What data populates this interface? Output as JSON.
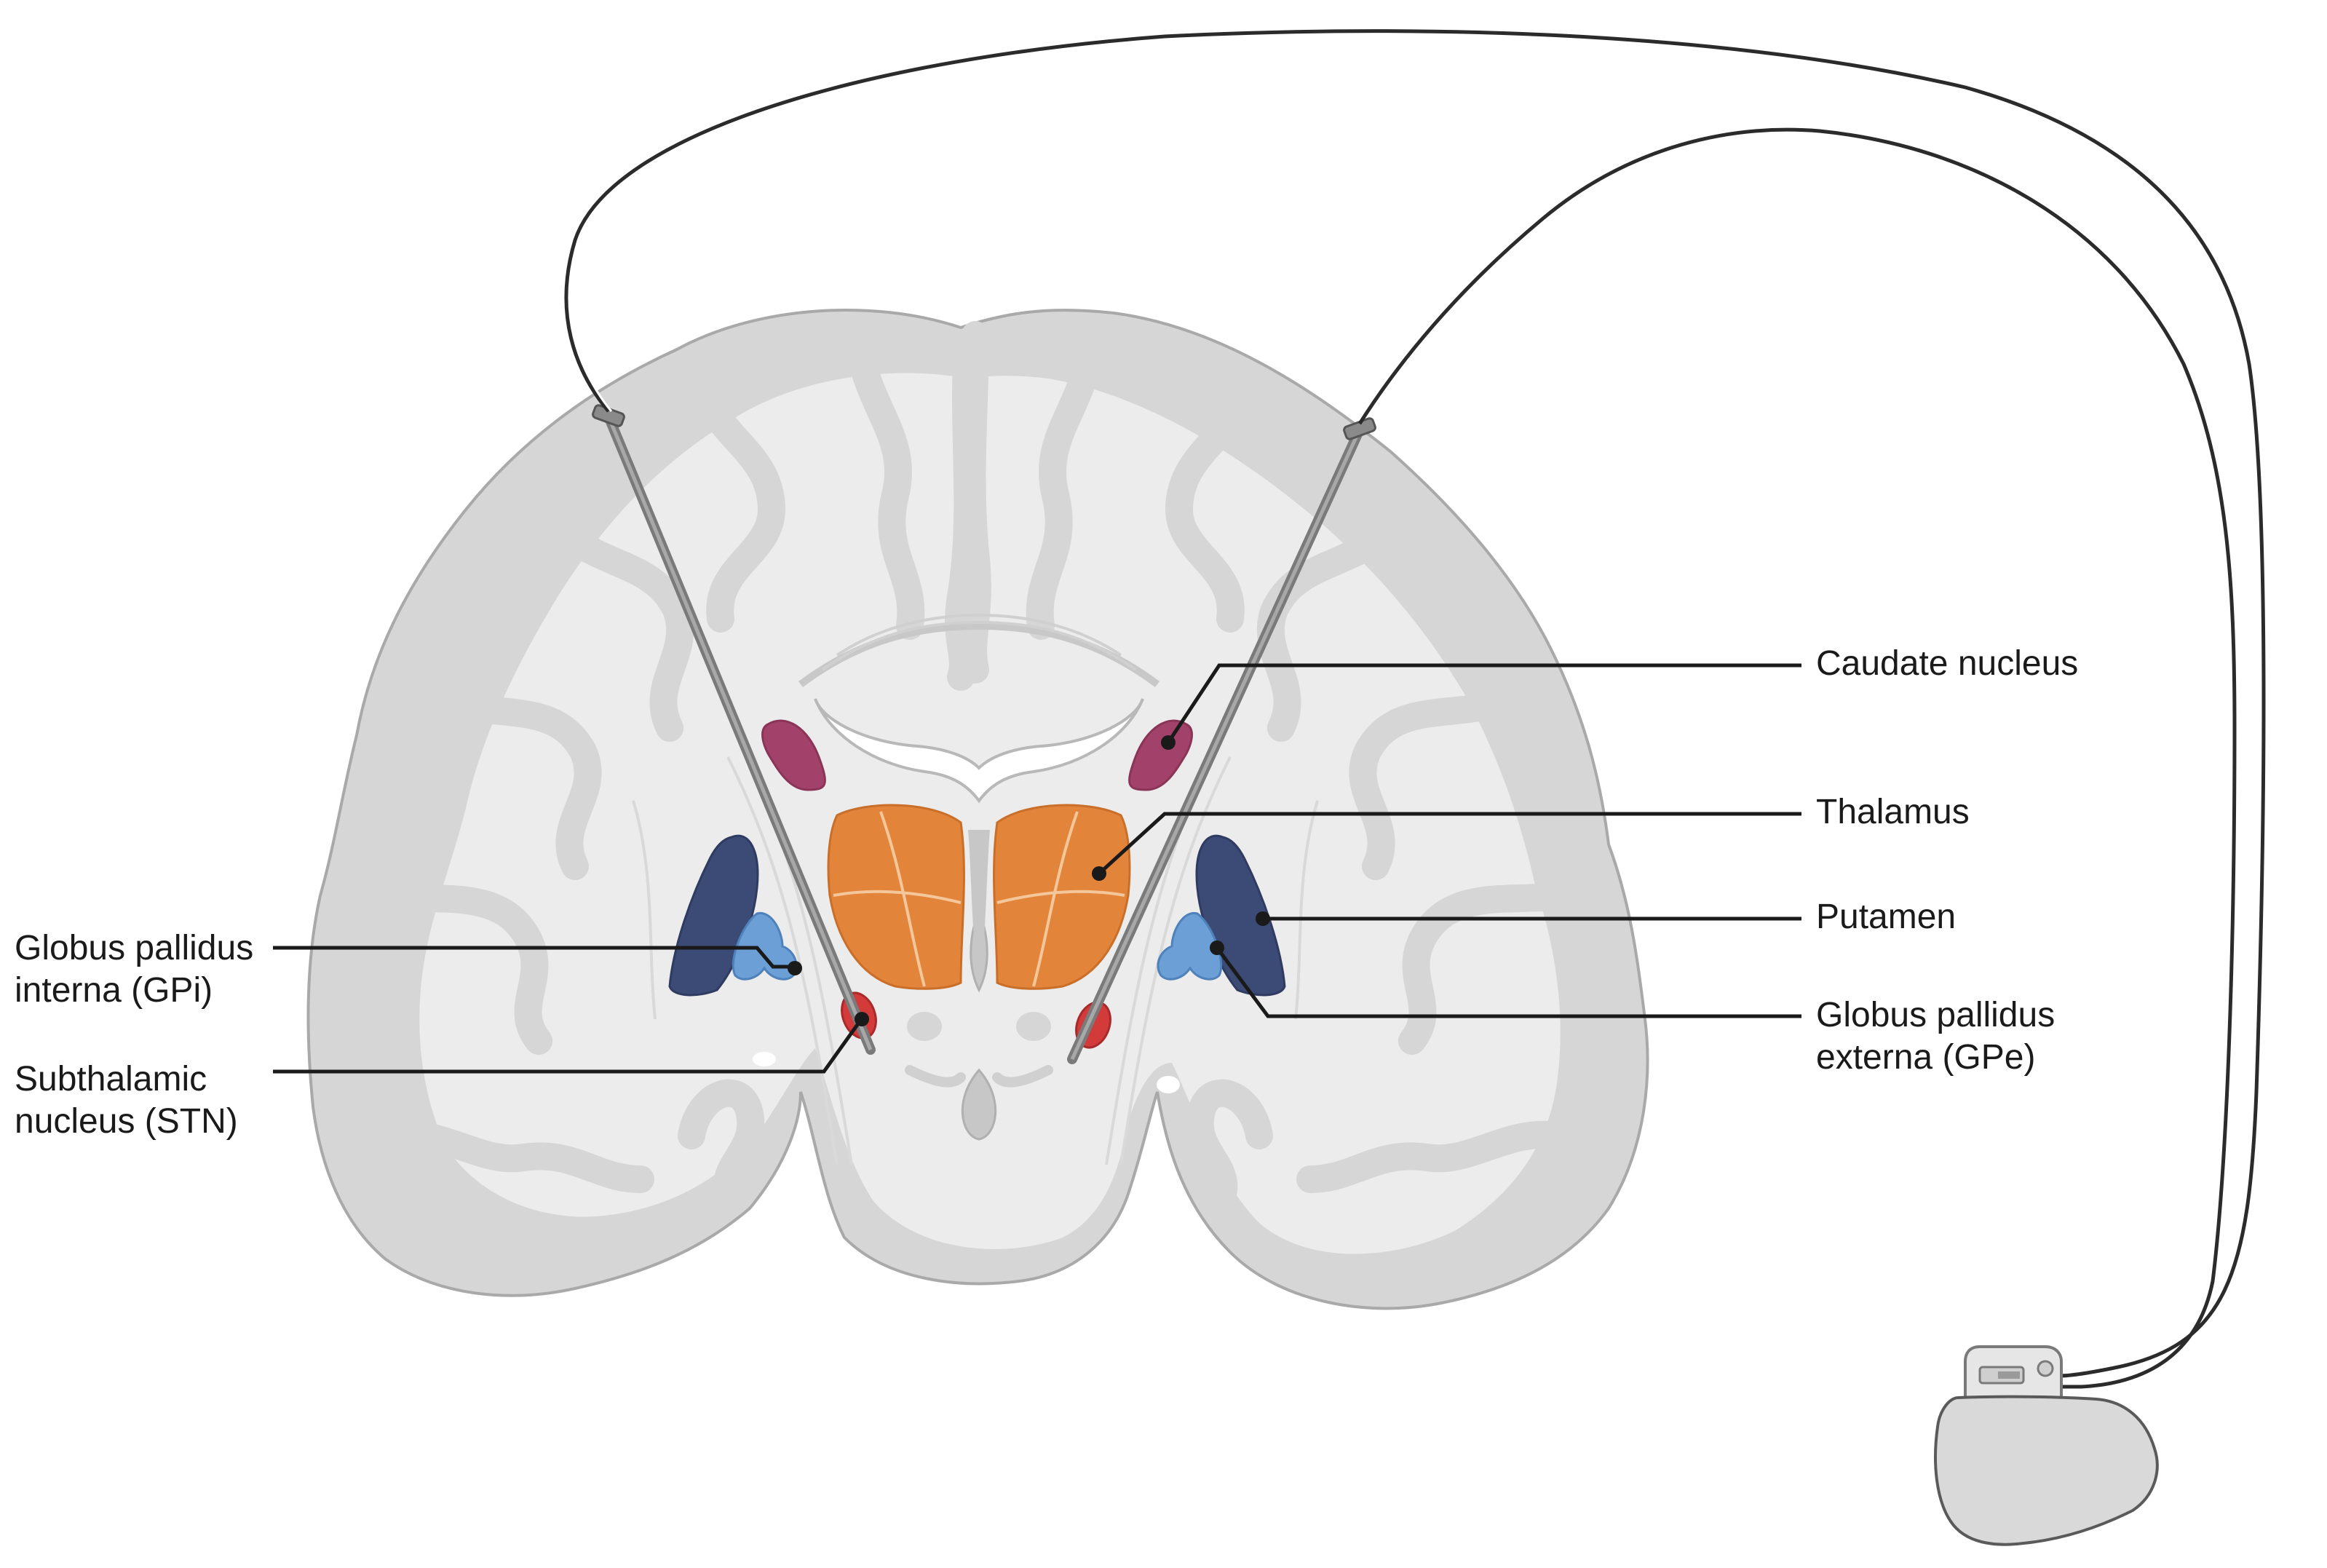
{
  "labels": {
    "caudate": "Caudate nucleus",
    "thalamus": "Thalamus",
    "putamen": "Putamen",
    "gpe_line1": "Globus pallidus",
    "gpe_line2": "externa (GPe)",
    "gpi_line1": "Globus pallidus",
    "gpi_line2": "interna (GPi)",
    "stn_line1": "Subthalamic",
    "stn_line2": "nucleus (STN)"
  },
  "colors": {
    "brain_gray": "#d6d6d6",
    "brain_light": "#ececec",
    "brain_outline": "#a9a9a9",
    "caudate": "#a2426a",
    "thalamus": "#e2843a",
    "putamen": "#3c4a76",
    "globus_pallidus": "#6c9fd6",
    "stn": "#d33a3a",
    "lead_wire": "#2b2b2b",
    "stimulator": "#d9d9d9"
  }
}
